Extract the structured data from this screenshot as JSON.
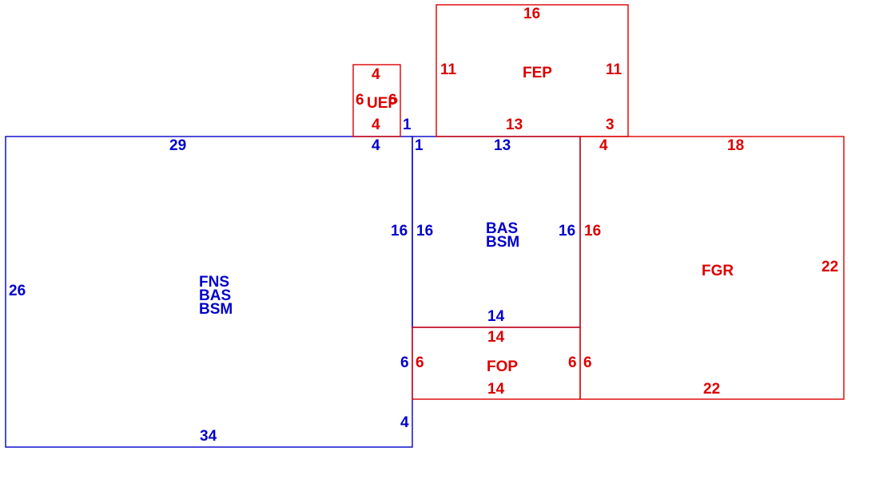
{
  "colors": {
    "living": "#0000cc",
    "other": "#dd0000"
  },
  "areas": {
    "main": {
      "labels": [
        "FNS",
        "BAS",
        "BSM"
      ],
      "dims": {
        "top": "29",
        "top_right": "4",
        "left": "26",
        "bottom": "34",
        "right_upper": "16",
        "right_lower_a": "6",
        "right_lower_b": "4"
      }
    },
    "middle": {
      "labels": [
        "BAS",
        "BSM"
      ],
      "dims": {
        "top_left": "1",
        "top": "13",
        "left": "16",
        "right": "16",
        "bottom": "14",
        "uep_right": "1"
      }
    },
    "uep": {
      "label": "UEP",
      "dims": {
        "top": "4",
        "bottom": "4",
        "left": "6",
        "right": "6"
      }
    },
    "fep": {
      "label": "FEP",
      "dims": {
        "top": "16",
        "left": "11",
        "right": "11",
        "bottom": "13",
        "bottom_right": "3"
      }
    },
    "fop": {
      "label": "FOP",
      "dims": {
        "top": "14",
        "bottom": "14",
        "left": "6",
        "right": "6",
        "main_side": "6"
      }
    },
    "fgr": {
      "label": "FGR",
      "dims": {
        "top_left": "4",
        "top": "18",
        "left": "16",
        "right": "22",
        "bottom": "22",
        "fop_side": "6"
      }
    }
  }
}
